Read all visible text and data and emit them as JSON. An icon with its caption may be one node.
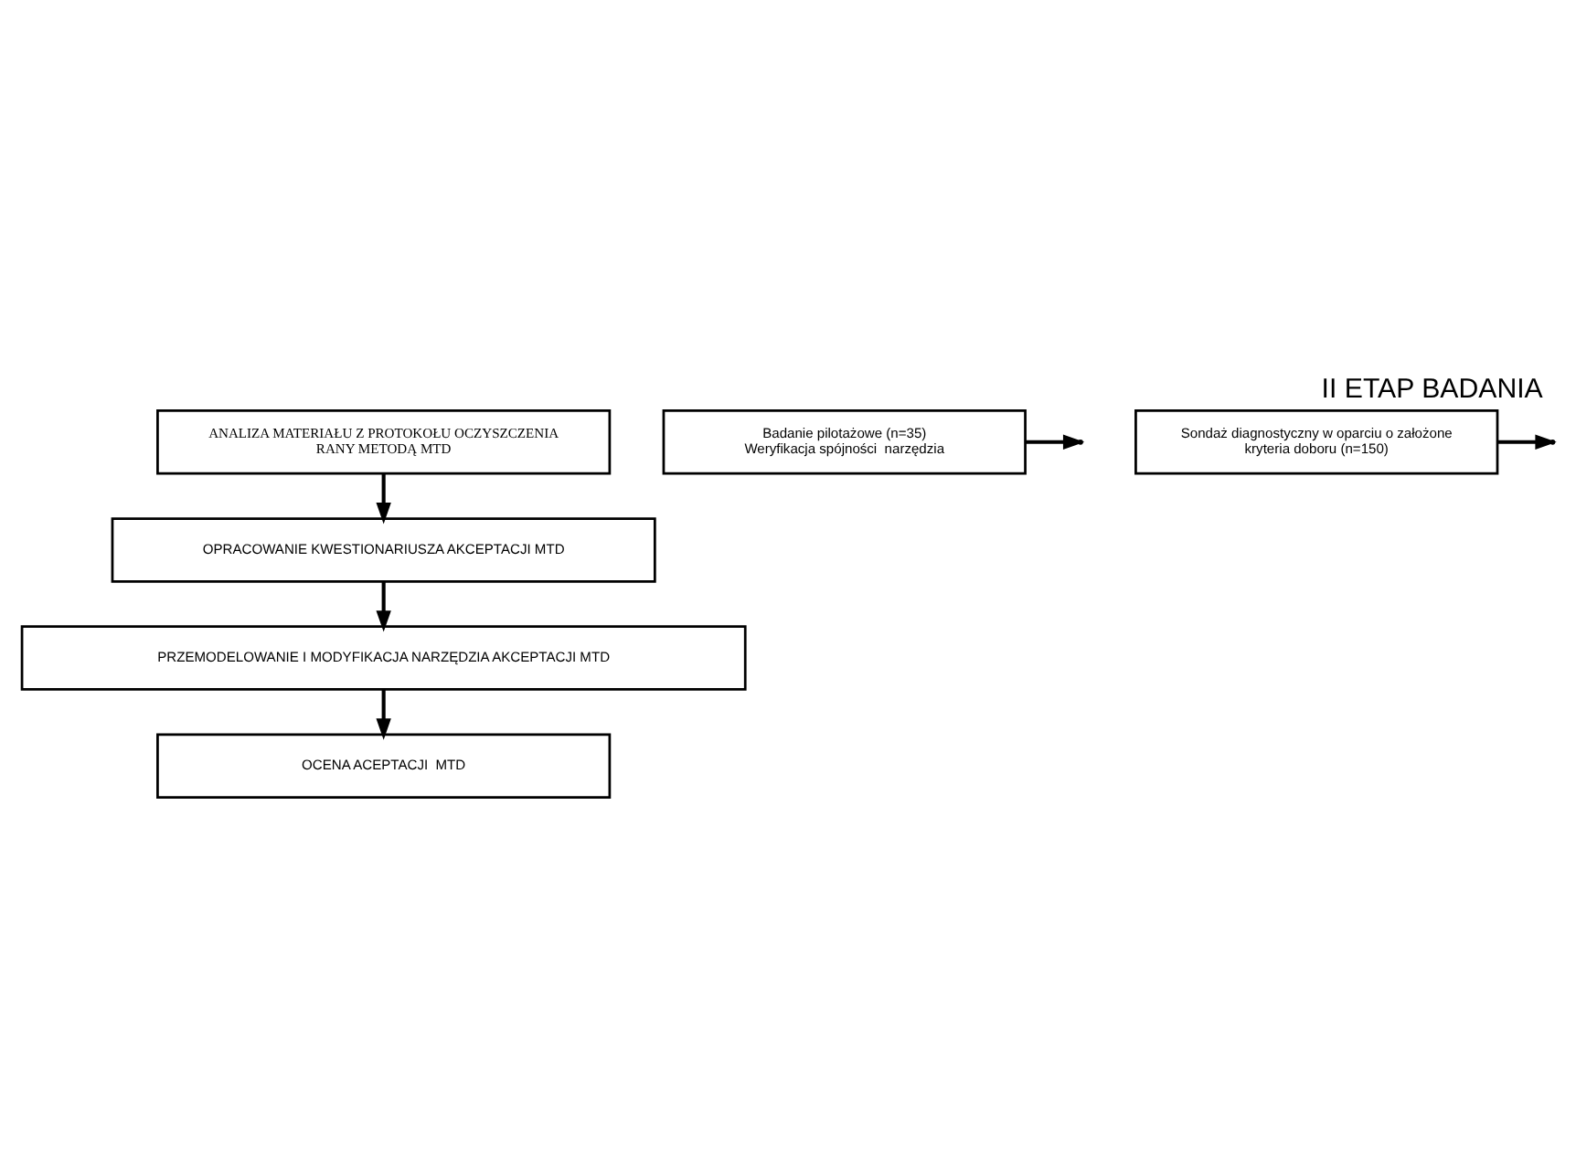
{
  "diagram": {
    "title": "II ETAP BADANIA",
    "nodes": [
      {
        "text": [
          "ANALIZA MATERIAŁU Z PROTOKOŁU OCZYSZCZENIA RANY METODĄ MTD"
        ]
      },
      {
        "text": [
          "OPRACOWANIE KWESTIONARIUSZA AKCEPTACJI MTD"
        ]
      },
      {
        "text": [
          "Badanie pilotażowe (n=35)",
          "Weryfikacja spójności  narzędzia"
        ]
      },
      {
        "text": [
          "PRZEMODELOWANIE I MODYFIKACJA NARZĘDZIA AKCEPTACJI MTD"
        ]
      },
      {
        "text": [
          "Sondaż diagnostyczny w oparciu o założone kryteria doboru (n=150)"
        ]
      },
      {
        "text": [
          "OCENA ACEPTACJI  MTD"
        ]
      }
    ],
    "edges": [
      {
        "from": 0,
        "to": 1,
        "arrow": "to"
      },
      {
        "from": 1,
        "to": 3,
        "arrow": "to"
      },
      {
        "from": 2,
        "to": null,
        "arrow": "to"
      },
      {
        "from": 3,
        "to": 5,
        "arrow": "to"
      },
      {
        "from": 4,
        "to": null,
        "arrow": "to"
      }
    ]
  }
}
